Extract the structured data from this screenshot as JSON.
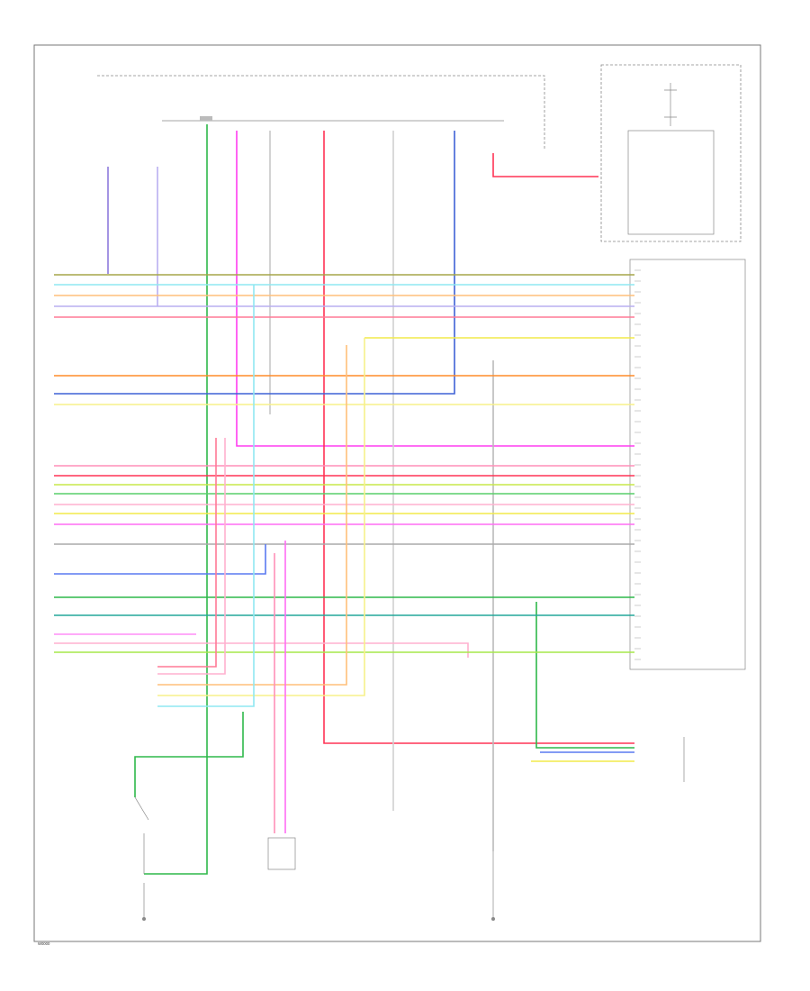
{
  "footer_code": "W0000",
  "colors": {
    "frame": "#7a7a7a",
    "blue": "#3f62d6",
    "green": "#2fb84a",
    "magenta": "#ff3df0",
    "red": "#ff3355",
    "orange": "#ff8c2a",
    "yellow": "#f2ea4a",
    "cyan": "#37d2e6",
    "purple": "#8d7bdc",
    "pink": "#ff8fb8",
    "lavender": "#b9aff0",
    "gray": "#9a9a9a",
    "lime": "#a6e84a",
    "teal": "#23a79a"
  },
  "wires": [
    {
      "name": "h-olive-top",
      "color": "olive"
    },
    {
      "name": "h-cyan-1",
      "color": "cyan"
    },
    {
      "name": "h-orange-1",
      "color": "orange"
    },
    {
      "name": "h-purple-1",
      "color": "purple"
    },
    {
      "name": "h-red-1",
      "color": "red"
    },
    {
      "name": "h-orange-2",
      "color": "orange"
    },
    {
      "name": "h-blue-1",
      "color": "blue"
    },
    {
      "name": "h-lavender-1",
      "color": "lavender"
    },
    {
      "name": "h-pink-1",
      "color": "pink"
    },
    {
      "name": "h-red-2",
      "color": "red"
    },
    {
      "name": "h-yellow-1",
      "color": "yellow"
    },
    {
      "name": "h-green-1",
      "color": "green"
    },
    {
      "name": "h-teal-1",
      "color": "teal"
    },
    {
      "name": "h-lime-1",
      "color": "lime"
    }
  ]
}
